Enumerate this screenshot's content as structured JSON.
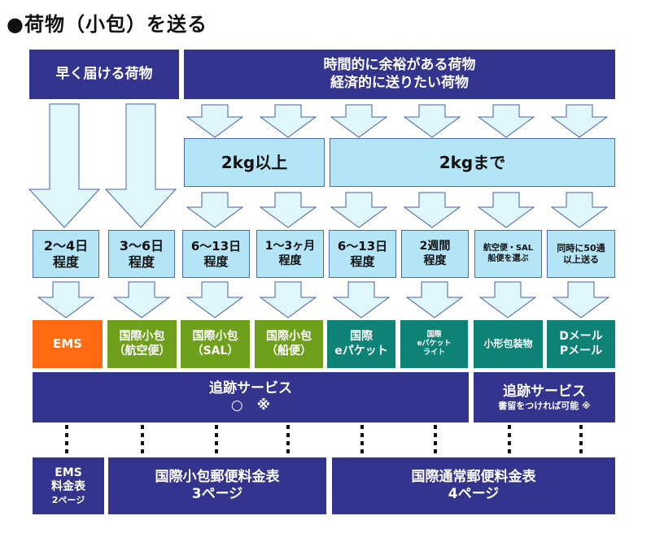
{
  "title": "●荷物（小包）を送る",
  "headers": {
    "fast": "早く届ける荷物",
    "economy": [
      "時間的に余裕がある荷物",
      "経済的に送りたい荷物"
    ]
  },
  "weight": {
    "over2kg": "2kg以上",
    "upto2kg": "2kgまで"
  },
  "durations": [
    {
      "lines": [
        "2～4日",
        "程度"
      ]
    },
    {
      "lines": [
        "3～6日",
        "程度"
      ]
    },
    {
      "lines": [
        "6～13日",
        "程度"
      ]
    },
    {
      "lines": [
        "1～3ヶ月",
        "程度"
      ]
    },
    {
      "lines": [
        "6～13日",
        "程度"
      ]
    },
    {
      "lines": [
        "2週間",
        "程度"
      ]
    },
    {
      "lines": [
        "航空便・SAL",
        "船便を選ぶ"
      ]
    },
    {
      "lines": [
        "同時に50通",
        "以上送る"
      ]
    }
  ],
  "services": [
    {
      "lines": [
        "EMS"
      ],
      "color": "#ff6a12"
    },
    {
      "lines": [
        "国際小包",
        "（航空便）"
      ],
      "color": "#6ea01c"
    },
    {
      "lines": [
        "国際小包",
        "（SAL）"
      ],
      "color": "#6ea01c"
    },
    {
      "lines": [
        "国際小包",
        "（船便）"
      ],
      "color": "#6ea01c"
    },
    {
      "lines": [
        "国際",
        "eパケット"
      ],
      "color": "#0f8276"
    },
    {
      "lines": [
        "国際",
        "eパケット",
        "ライト"
      ],
      "color": "#0f8276"
    },
    {
      "lines": [
        "小形包装物"
      ],
      "color": "#0f8276"
    },
    {
      "lines": [
        "Dメール",
        "Pメール"
      ],
      "color": "#0f8276"
    }
  ],
  "tracking": {
    "main": {
      "label": "追跡サービス",
      "symbols": "○　※"
    },
    "side": {
      "label": "追跡サービス",
      "note": "書留をつければ可能 ※"
    }
  },
  "rates": {
    "ems": [
      "EMS",
      "料金表",
      "2ページ"
    ],
    "parcel": [
      "国際小包郵便料金表",
      "3ページ"
    ],
    "ordinary": [
      "国際通常郵便料金表",
      "4ページ"
    ]
  },
  "colors": {
    "navy": "#32348e",
    "light_blue": "#b3e5f6",
    "arrow_fill": "#dff6fb",
    "ems_orange": "#ff6a12",
    "parcel_green": "#6ea01c",
    "teal": "#0f8276"
  }
}
